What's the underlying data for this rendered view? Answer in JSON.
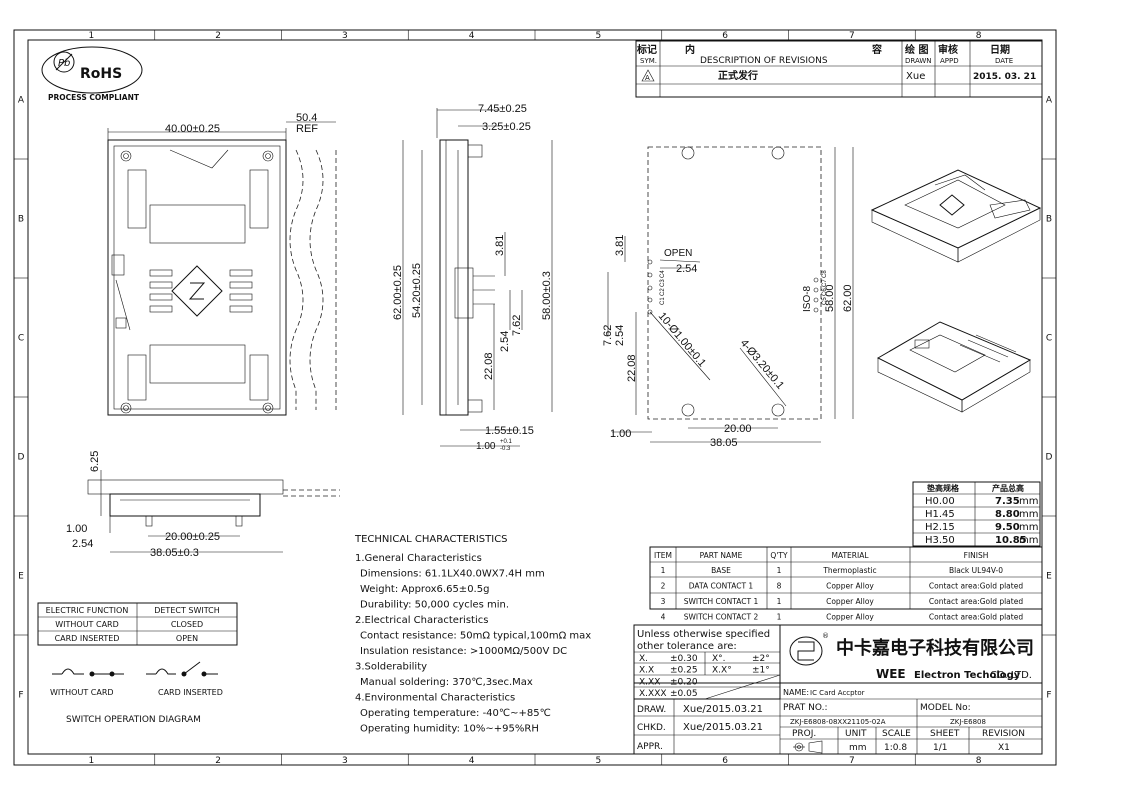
{
  "grid": {
    "cols": [
      "1",
      "2",
      "3",
      "4",
      "5",
      "6",
      "7",
      "8"
    ],
    "rows": [
      "A",
      "B",
      "C",
      "D",
      "E",
      "F"
    ]
  },
  "logo": {
    "rohs": "RoHS",
    "pb": "Pb",
    "compliant": "PROCESS COMPLIANT"
  },
  "revision_table": {
    "sym_cn": "标记",
    "sym_en": "SYM.",
    "desc_cn_left": "内",
    "desc_cn_right": "容",
    "desc_en": "DESCRIPTION OF REVISIONS",
    "drawn_cn": "绘 图",
    "drawn_en": "DRAWN",
    "appd_cn": "审核",
    "appd_en": "APPD",
    "date_cn": "日期",
    "date_en": "DATE",
    "row": {
      "sym": "A",
      "desc": "正式发行",
      "drawn": "Xue",
      "appd": "",
      "date": "2015. 03. 21"
    }
  },
  "dims": {
    "width": "40.00±0.25",
    "ref_val": "50.4",
    "ref": "REF",
    "t745": "7.45±0.25",
    "t325": "3.25±0.25",
    "h6200": "62.00±0.25",
    "h5420": "54.20±0.25",
    "h5800": "58.00±0.3",
    "d381": "3.81",
    "d762": "7.62",
    "d254": "2.54",
    "d2208": "22.08",
    "d155": "1.55±0.15",
    "d100": "1.00",
    "d100_tol_up": "+0.1",
    "d100_tol_dn": "-0.3",
    "fp381": "3.81",
    "fp_open": "OPEN",
    "fp254": "2.54",
    "fp762": "7.62",
    "fp254v": "2.54",
    "fp2208": "22.08",
    "fp_holes1": "10-Ø1.00±0.1",
    "fp_holes2": "4-Ø3.20±0.1",
    "fp100": "1.00",
    "fp2000": "20.00",
    "fp3805": "38.05",
    "fp5800": "58.00",
    "fp6200": "62.00",
    "fp_iso": "ISO-8",
    "fp_contacts": [
      "C5",
      "C6",
      "C7",
      "C8",
      "C1",
      "C2",
      "C3",
      "C4"
    ],
    "sv625": "6.25",
    "sv100": "1.00",
    "sv254": "2.54",
    "sv2000": "20.00±0.25",
    "sv3805": "38.05±0.3"
  },
  "height_table": {
    "head": [
      "垫高规格",
      "产品总高"
    ],
    "rows": [
      [
        "H0.00",
        "7.35",
        "mm"
      ],
      [
        "H1.45",
        "8.80",
        "mm"
      ],
      [
        "H2.15",
        "9.50",
        "mm"
      ],
      [
        "H3.50",
        "10.85",
        "mm"
      ]
    ]
  },
  "bom": {
    "head": [
      "ITEM",
      "PART NAME",
      "Q'TY",
      "MATERIAL",
      "FINISH"
    ],
    "rows": [
      [
        "1",
        "BASE",
        "1",
        "Thermoplastic",
        "Black UL94V-0"
      ],
      [
        "2",
        "DATA CONTACT 1",
        "8",
        "Copper Alloy",
        "Contact area:Gold plated"
      ],
      [
        "3",
        "SWITCH CONTACT 1",
        "1",
        "Copper Alloy",
        "Contact area:Gold plated"
      ],
      [
        "4",
        "SWITCH CONTACT 2",
        "1",
        "Copper Alloy",
        "Contact area:Gold plated"
      ]
    ]
  },
  "tech": {
    "title": "TECHNICAL CHARACTERISTICS",
    "lines": [
      "1.General Characteristics",
      "Dimensions: 61.1LX40.0WX7.4H  mm",
      "Weight: Approx6.65±0.5g",
      "Durability: 50,000  cycles min.",
      "2.Electrical Characteristics",
      "Contact resistance: 50mΩ typical,100mΩ max",
      "Insulation resistance: >1000MΩ/500V DC",
      "3.Solderability",
      "Manual soldering: 370℃,3sec.Max",
      "4.Environmental Characteristics",
      "Operating temperature: -40℃~+85℃",
      "Operating humidity: 10%~+95%RH"
    ]
  },
  "switch_table": {
    "rows": [
      [
        "ELECTRIC FUNCTION",
        "DETECT SWITCH"
      ],
      [
        "WITHOUT CARD",
        "CLOSED"
      ],
      [
        "CARD INSERTED",
        "OPEN"
      ]
    ],
    "label_without": "WITHOUT CARD",
    "label_inserted": "CARD INSERTED",
    "caption": "SWITCH OPERATION DIAGRAM"
  },
  "tolerance": {
    "title1": "Unless  otherwise specified",
    "title2": "other tolerance are:",
    "rows": [
      [
        "X.",
        "±0.30",
        "X°.",
        "±2°"
      ],
      [
        "X.X",
        "±0.25",
        "X.X°",
        "±1°"
      ],
      [
        "X.XX",
        "±0.20",
        "",
        ""
      ],
      [
        "X.XXX",
        "±0.05",
        "",
        ""
      ]
    ]
  },
  "company": {
    "cn": "中卡嘉电子科技有限公司",
    "en_bold": "WEE",
    "en_mid": "Electron Techology",
    "en_tail": "CO.,LTD."
  },
  "title_block": {
    "name_label": "NAME:",
    "name": "IC Card Accptor",
    "drawn_label": "DRAW.",
    "drawn": "Xue/2015.03.21",
    "chkd_label": "CHKD.",
    "chkd": "Xue/2015.03.21",
    "appr_label": "APPR.",
    "part_label": "PRAT NO.:",
    "part": "ZKJ-E6808-08XX21105-02A",
    "model_label": "MODEL No:",
    "model": "ZKJ-E6808",
    "proj": "PROJ.",
    "unit": "UNIT",
    "scale": "SCALE",
    "sheet": "SHEET",
    "revision": "REVISION",
    "unit_val": "mm",
    "scale_val": "1:0.8",
    "sheet_val": "1/1",
    "rev_val": "X1"
  }
}
